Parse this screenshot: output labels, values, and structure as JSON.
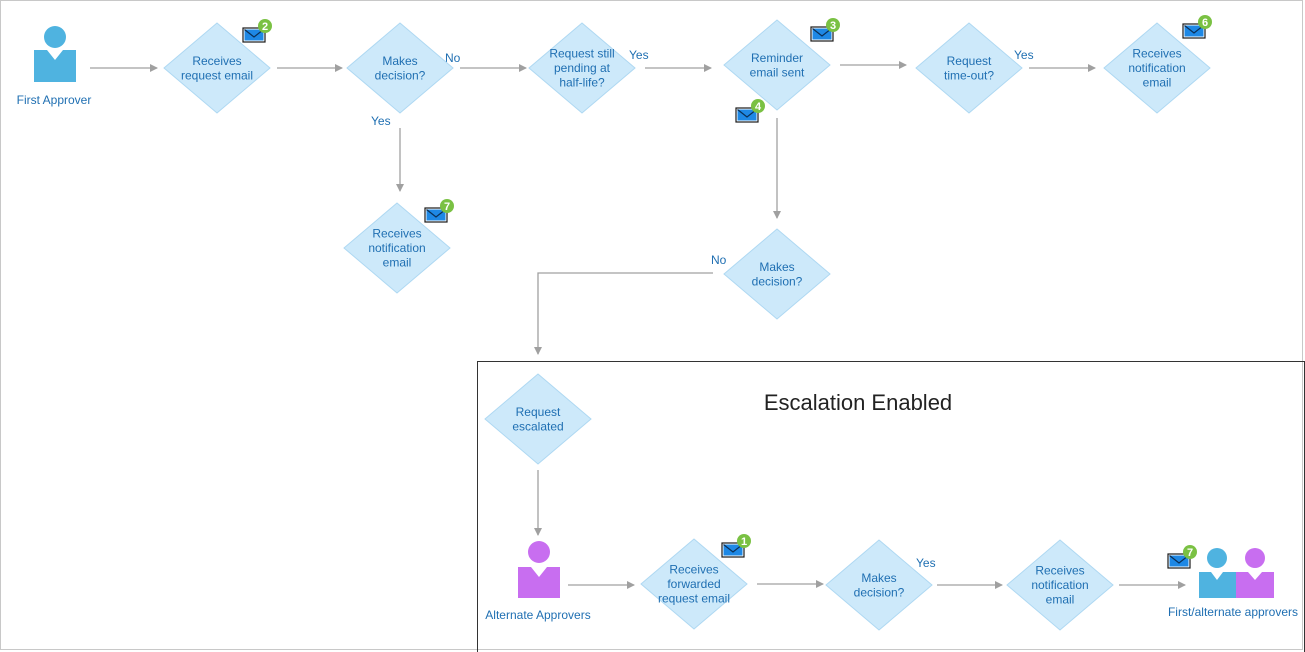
{
  "colors": {
    "diamond_fill": "#cde9fa",
    "diamond_stroke": "#aed8f2",
    "text": "#1f6fb2",
    "arrow": "#a0a0a0",
    "first_approver": "#4fb3e0",
    "alternate_approver": "#c86ef0",
    "badge": "#7ac143",
    "envelope": "#1e88e5"
  },
  "actors": {
    "first": {
      "label": "First Approver",
      "icon": "person-icon"
    },
    "alternate": {
      "label": "Alternate Approvers",
      "icon": "person-icon"
    },
    "both": {
      "label": "First/alternate approvers",
      "icon": "people-icon"
    }
  },
  "nodes": {
    "n1": {
      "lines": [
        "Receives",
        "request email"
      ]
    },
    "n2": {
      "lines": [
        "Makes",
        "decision?"
      ]
    },
    "n3": {
      "lines": [
        "Request still",
        "pending at",
        "half-life?"
      ]
    },
    "n4": {
      "lines": [
        "Reminder",
        "email sent"
      ]
    },
    "n5": {
      "lines": [
        "Request",
        "time-out?"
      ]
    },
    "n6": {
      "lines": [
        "Receives",
        "notification",
        "email"
      ]
    },
    "n7": {
      "lines": [
        "Receives",
        "notification",
        "email"
      ]
    },
    "n8": {
      "lines": [
        "Makes",
        "decision?"
      ]
    },
    "n9": {
      "lines": [
        "Request",
        "escalated"
      ]
    },
    "n10": {
      "lines": [
        "Receives",
        "forwarded",
        "request email"
      ]
    },
    "n11": {
      "lines": [
        "Makes",
        "decision?"
      ]
    },
    "n12": {
      "lines": [
        "Receives",
        "notification",
        "email"
      ]
    }
  },
  "edge_labels": {
    "no1": "No",
    "yes1": "Yes",
    "yes2": "Yes",
    "yes3": "Yes",
    "no2": "No",
    "yes4": "Yes"
  },
  "badges": {
    "b2": "2",
    "b3": "3",
    "b4": "4",
    "b6": "6",
    "b7a": "7",
    "b1": "1",
    "b7b": "7"
  },
  "section": {
    "title": "Escalation Enabled"
  }
}
